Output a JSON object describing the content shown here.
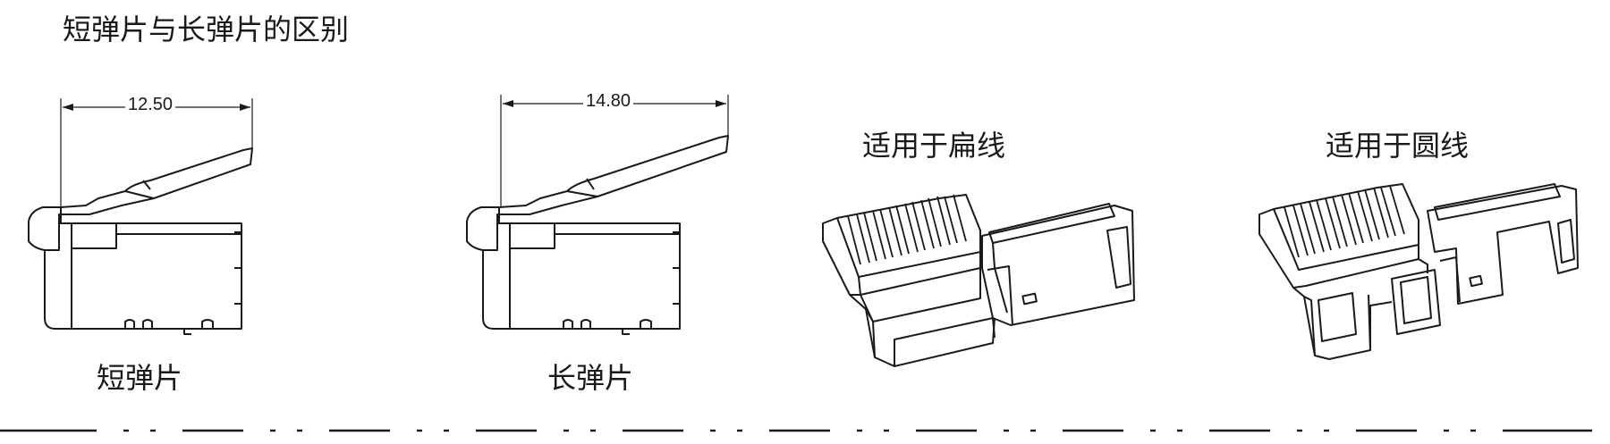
{
  "title": "短弹片与长弹片的区别",
  "short_clip": {
    "label": "短弹片",
    "dimension": "12.50"
  },
  "long_clip": {
    "label": "长弹片",
    "dimension": "14.80"
  },
  "flat_cable": {
    "label": "适用于扁线"
  },
  "round_cable": {
    "label": "适用于圆线"
  },
  "colors": {
    "line": "#1a1a1a",
    "background": "#ffffff"
  }
}
